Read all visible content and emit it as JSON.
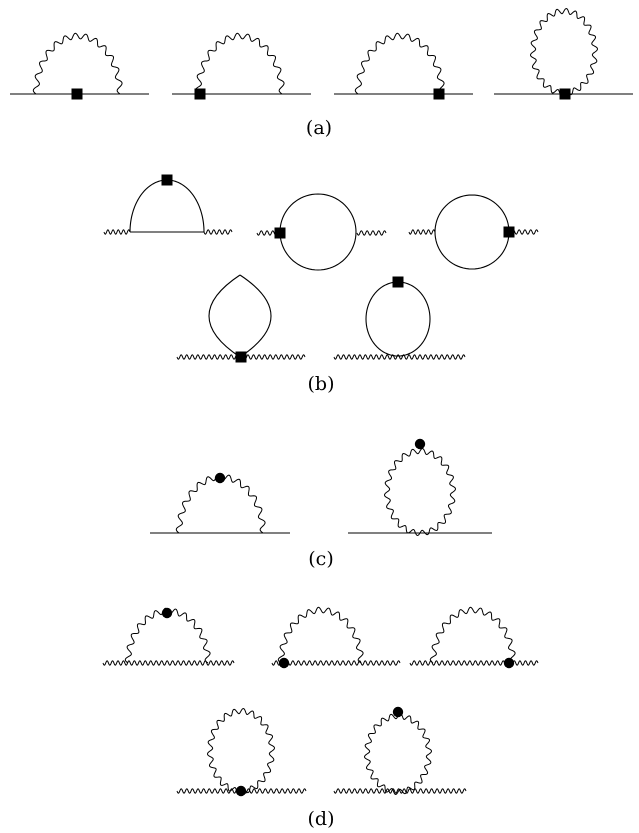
{
  "panels": [
    {
      "id": "a",
      "label": "(a)"
    },
    {
      "id": "b",
      "label": "(b)"
    },
    {
      "id": "c",
      "label": "(c)"
    },
    {
      "id": "d",
      "label": "(d)"
    }
  ]
}
